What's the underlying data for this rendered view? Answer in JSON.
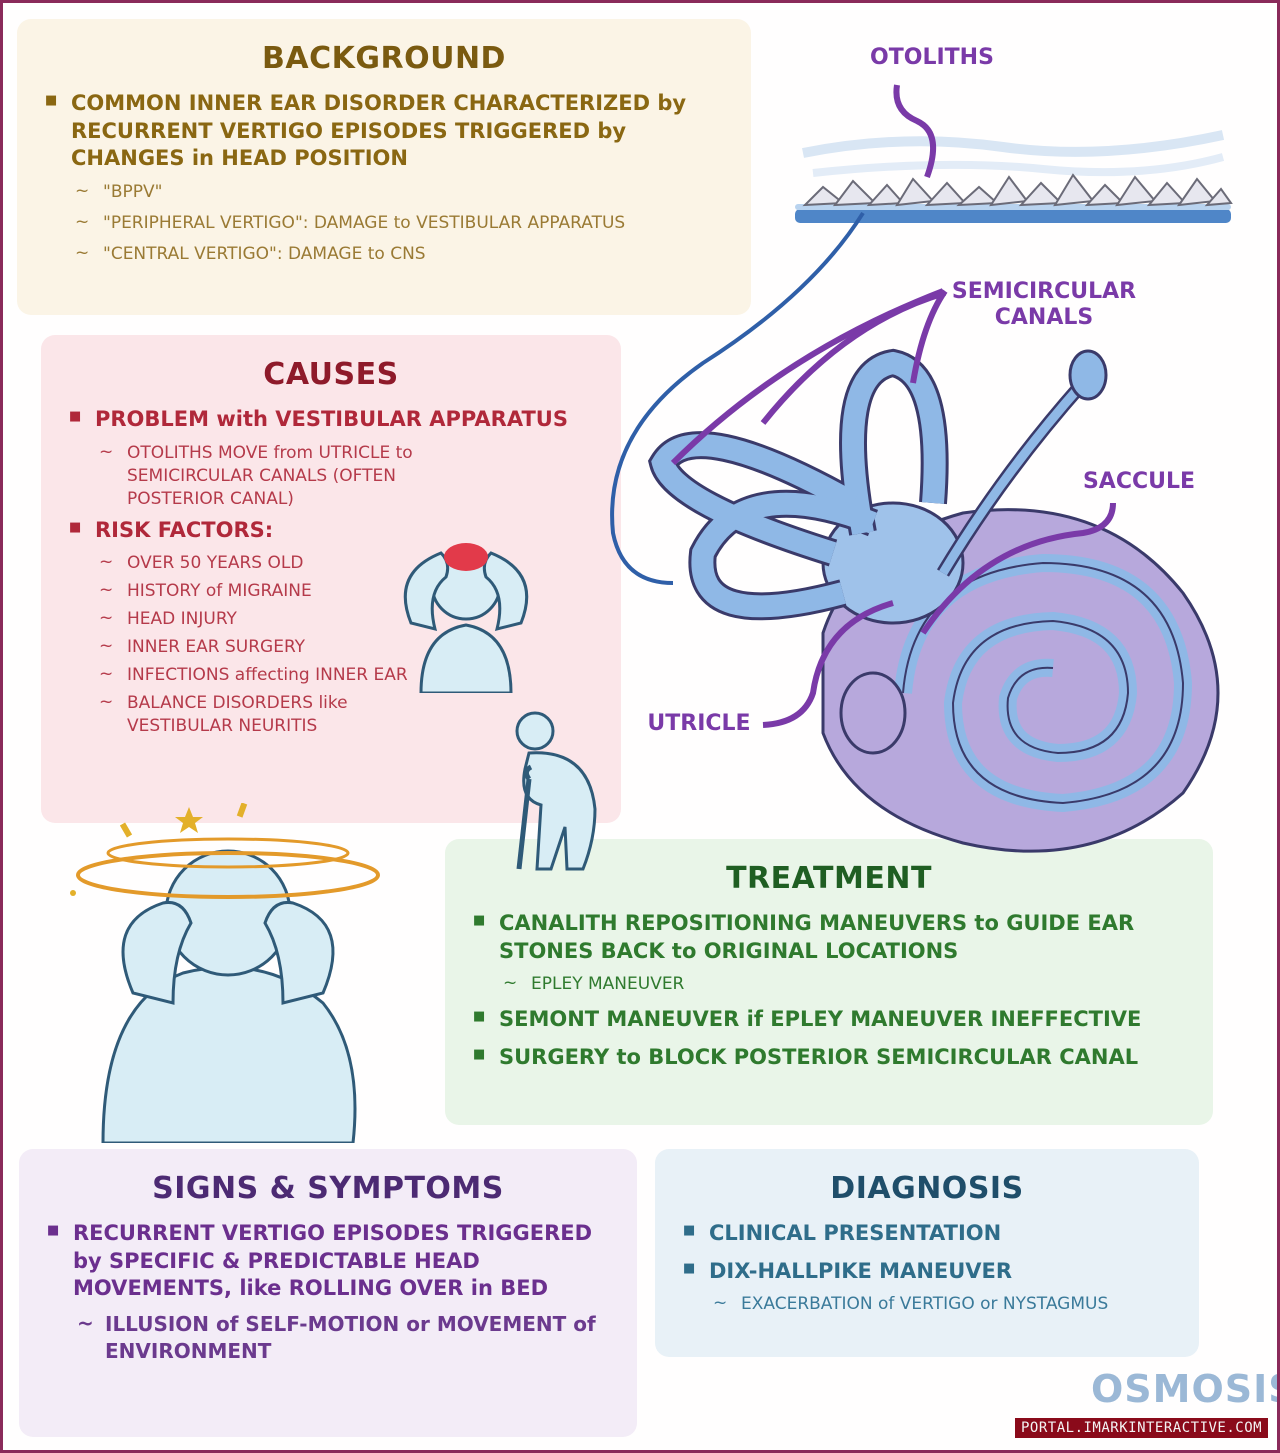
{
  "background": {
    "title": "BACKGROUND",
    "main": "COMMON INNER EAR DISORDER CHARACTERIZED by RECURRENT VERTIGO EPISODES TRIGGERED by CHANGES in HEAD POSITION",
    "subs": [
      "\"BPPV\"",
      "\"PERIPHERAL VERTIGO\": DAMAGE to VESTIBULAR APPARATUS",
      "\"CENTRAL VERTIGO\": DAMAGE to CNS"
    ]
  },
  "causes": {
    "title": "CAUSES",
    "bullet1": "PROBLEM with VESTIBULAR APPARATUS",
    "bullet1_sub": "OTOLITHS MOVE from UTRICLE to SEMICIRCULAR CANALS (OFTEN POSTERIOR CANAL)",
    "bullet2": "RISK FACTORS:",
    "risk_factors": [
      "OVER 50 YEARS OLD",
      "HISTORY of MIGRAINE",
      "HEAD INJURY",
      "INNER EAR SURGERY",
      "INFECTIONS affecting INNER EAR",
      "BALANCE DISORDERS like VESTIBULAR NEURITIS"
    ]
  },
  "treatment": {
    "title": "TREATMENT",
    "bullet1": "CANALITH REPOSITIONING MANEUVERS to GUIDE EAR STONES BACK to ORIGINAL LOCATIONS",
    "bullet1_sub": "EPLEY MANEUVER",
    "bullet2": "SEMONT MANEUVER if EPLEY MANEUVER INEFFECTIVE",
    "bullet3": "SURGERY to BLOCK POSTERIOR SEMICIRCULAR CANAL"
  },
  "signs": {
    "title": "SIGNS & SYMPTOMS",
    "bullet1": "RECURRENT VERTIGO EPISODES TRIGGERED by SPECIFIC & PREDICTABLE HEAD MOVEMENTS, like ROLLING OVER in BED",
    "bullet1_sub": "ILLUSION of SELF-MOTION or MOVEMENT of ENVIRONMENT"
  },
  "diagnosis": {
    "title": "DIAGNOSIS",
    "bullet1": "CLINICAL PRESENTATION",
    "bullet2": "DIX-HALLPIKE MANEUVER",
    "bullet2_sub": "EXACERBATION of VERTIGO or NYSTAGMUS"
  },
  "labels": {
    "otoliths": "OTOLITHS",
    "semicircular_canals": "SEMICIRCULAR CANALS",
    "saccule": "SACCULE",
    "utricle": "UTRICLE"
  },
  "logo": "OSMOSIS",
  "watermark": "PORTAL.IMARKINTERACTIVE.COM",
  "colors": {
    "frame": "#8a2a5a",
    "label_purple": "#7a3aa8",
    "ear_blue": "#8fb8e6",
    "ear_purple": "#b7a8dc"
  }
}
